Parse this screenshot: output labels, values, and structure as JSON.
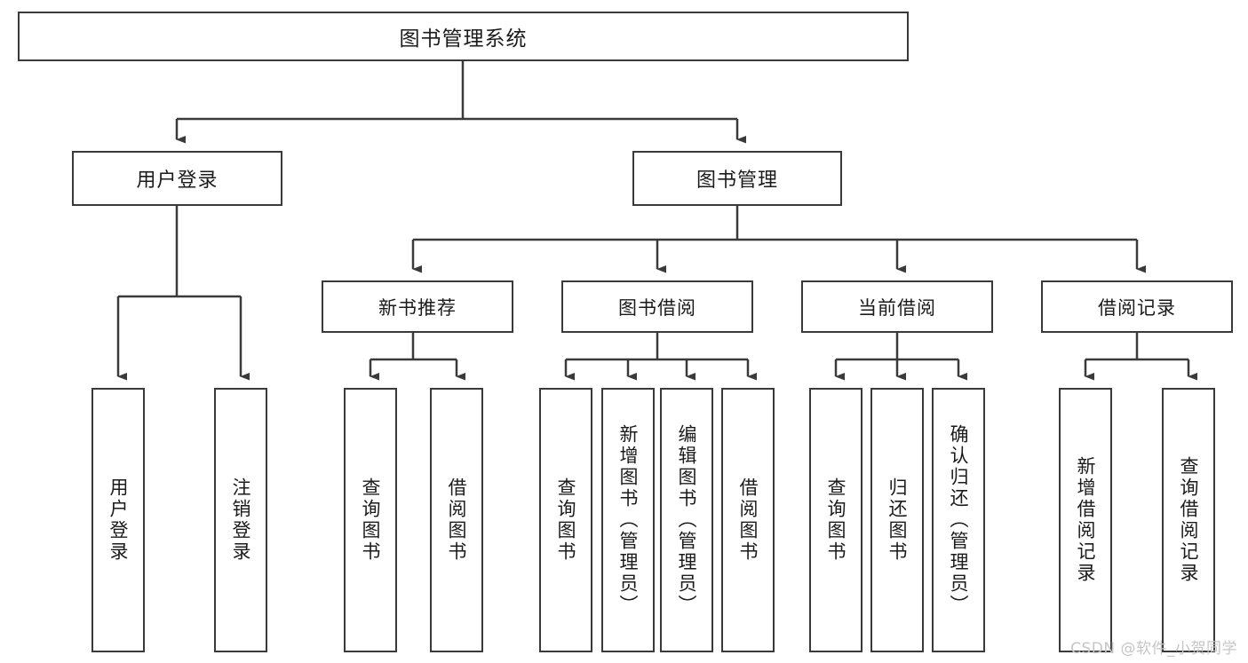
{
  "diagram": {
    "type": "tree-hierarchy-chart",
    "title_node": {
      "label": "图书管理系统"
    },
    "level1": [
      {
        "id": "user-login",
        "label": "用户登录"
      },
      {
        "id": "book-management",
        "label": "图书管理"
      }
    ],
    "level2": [
      {
        "id": "new-book-recommend",
        "label": "新书推荐",
        "parent": "book-management"
      },
      {
        "id": "book-borrow",
        "label": "图书借阅",
        "parent": "book-management"
      },
      {
        "id": "current-borrow",
        "label": "当前借阅",
        "parent": "book-management"
      },
      {
        "id": "borrow-record",
        "label": "借阅记录",
        "parent": "book-management"
      }
    ],
    "leaves": {
      "user_login": [
        {
          "id": "leaf-user-login",
          "label": "用户登录"
        },
        {
          "id": "leaf-logout",
          "label": "注销登录"
        }
      ],
      "new_book_recommend": [
        {
          "id": "leaf-query-book-1",
          "label": "查询图书"
        },
        {
          "id": "leaf-borrow-book-1",
          "label": "借阅图书"
        }
      ],
      "book_borrow": [
        {
          "id": "leaf-query-book-2",
          "label": "查询图书"
        },
        {
          "id": "leaf-add-book",
          "label": "新增图书（管理员）"
        },
        {
          "id": "leaf-edit-book",
          "label": "编辑图书（管理员）"
        },
        {
          "id": "leaf-borrow-book-2",
          "label": "借阅图书"
        }
      ],
      "current_borrow": [
        {
          "id": "leaf-query-book-3",
          "label": "查询图书"
        },
        {
          "id": "leaf-return-book",
          "label": "归还图书"
        },
        {
          "id": "leaf-confirm-return",
          "label": "确认归还（管理员）"
        }
      ],
      "borrow_record": [
        {
          "id": "leaf-add-record",
          "label": "新增借阅记录"
        },
        {
          "id": "leaf-query-record",
          "label": "查询借阅记录"
        }
      ]
    }
  },
  "watermark": {
    "text": "CSDN @软件_小贺同学"
  },
  "colors": {
    "box_border": "#3a3a3a",
    "box_fill": "#ffffff",
    "text": "#1b1b1b",
    "connector": "#3a3a3a",
    "watermark": "#c6c6c6",
    "background": "#ffffff"
  }
}
